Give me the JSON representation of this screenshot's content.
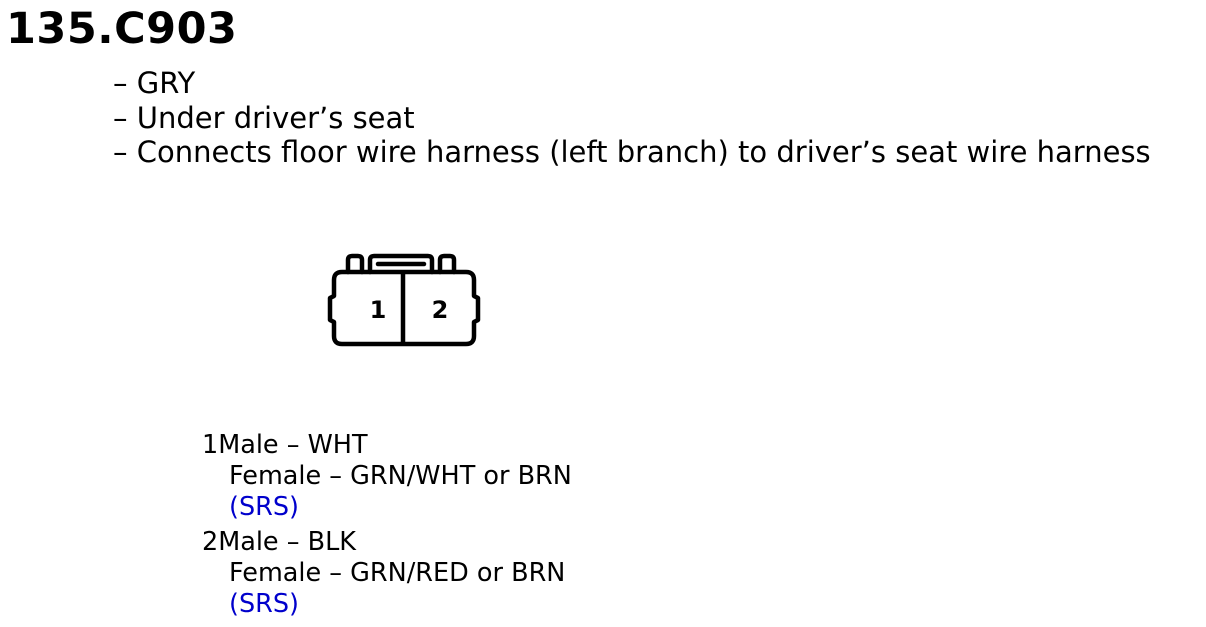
{
  "connector": {
    "id": "135.C903",
    "details": [
      "– GRY",
      "– Under driver’s seat",
      "– Connects floor wire harness (left branch) to driver’s seat wire harness"
    ],
    "cavities": [
      "1",
      "2"
    ]
  },
  "pins": [
    {
      "male": "1Male – WHT",
      "female": "Female – GRN/WHT or BRN",
      "system": "(SRS)"
    },
    {
      "male": "2Male – BLK",
      "female": "Female – GRN/RED or BRN",
      "system": "(SRS)"
    }
  ],
  "colors": {
    "text": "#000000",
    "system_link": "#0000cc",
    "background": "#ffffff"
  },
  "icons": [
    "connector-face-icon"
  ]
}
